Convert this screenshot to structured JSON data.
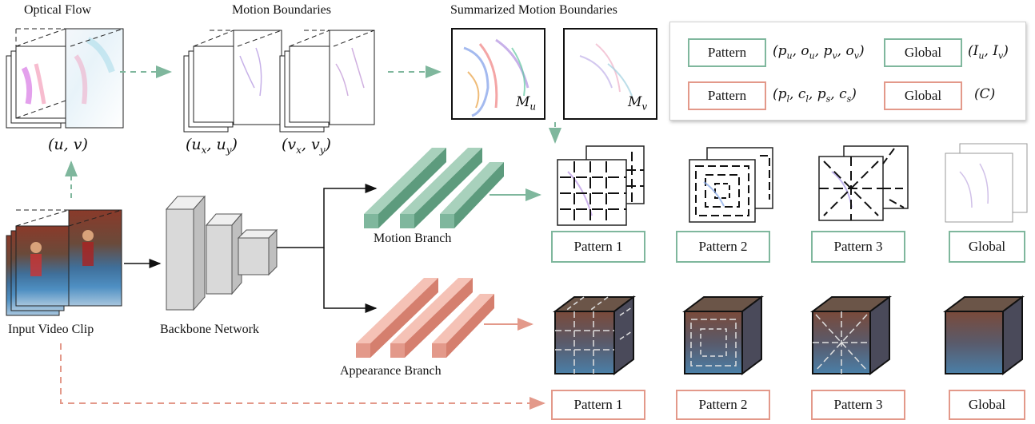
{
  "top": {
    "optical_flow": "Optical Flow",
    "motion_boundaries": "Motion Boundaries",
    "summarized": "Summarized Motion Boundaries",
    "uv": "(u, v)",
    "uxuy": "(ux, uy)",
    "vxvy": "(vx, vy)",
    "mu": "Mu",
    "mv": "Mv"
  },
  "legend": {
    "pattern1": "Pattern",
    "tuple1": "(pu, ou, pv, ov)",
    "global1": "Global",
    "tuple2": "(Iu, Iv)",
    "pattern2": "Pattern",
    "tuple3": "(pl, cl, ps, cs)",
    "global2": "Global",
    "tuple4": "(C)"
  },
  "labels": {
    "input": "Input Video Clip",
    "backbone": "Backbone Network",
    "motion_branch": "Motion Branch",
    "appearance_branch": "Appearance Branch"
  },
  "motion_outputs": [
    "Pattern 1",
    "Pattern 2",
    "Pattern 3",
    "Global"
  ],
  "appearance_outputs": [
    "Pattern 1",
    "Pattern 2",
    "Pattern 3",
    "Global"
  ],
  "colors": {
    "motion": "#7fb79d",
    "motion_dark": "#5d9b7d",
    "appearance": "#e3998a",
    "appearance_dark": "#d57f6e",
    "backbone": "#d9d9d9"
  }
}
